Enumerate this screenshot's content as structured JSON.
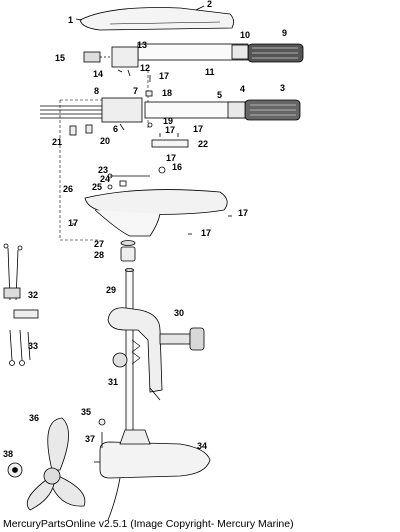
{
  "diagram": {
    "callouts": [
      "1",
      "2",
      "3",
      "4",
      "5",
      "6",
      "7",
      "8",
      "9",
      "10",
      "11",
      "12",
      "13",
      "14",
      "15",
      "16",
      "17",
      "18",
      "19",
      "20",
      "21",
      "22",
      "23",
      "24",
      "25",
      "26",
      "27",
      "28",
      "29",
      "30",
      "31",
      "32",
      "33",
      "34",
      "35",
      "36",
      "37",
      "38"
    ],
    "repeated_callout_17": "17"
  },
  "footer": {
    "note": "MercuryPartsOnline v2.5.1 (Image Copyright- Mercury Marine)"
  }
}
